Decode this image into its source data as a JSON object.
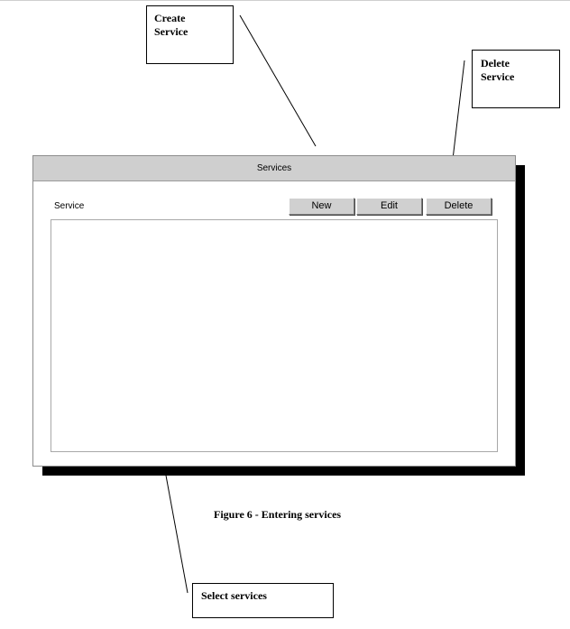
{
  "callouts": {
    "create_service": "Create\nService",
    "delete_service": "Delete\nService",
    "select_services": "Select services"
  },
  "window": {
    "title": "Services",
    "service_label": "Service",
    "buttons": {
      "new": "New",
      "edit": "Edit",
      "delete": "Delete"
    }
  },
  "caption": "Figure 6 - Entering services"
}
